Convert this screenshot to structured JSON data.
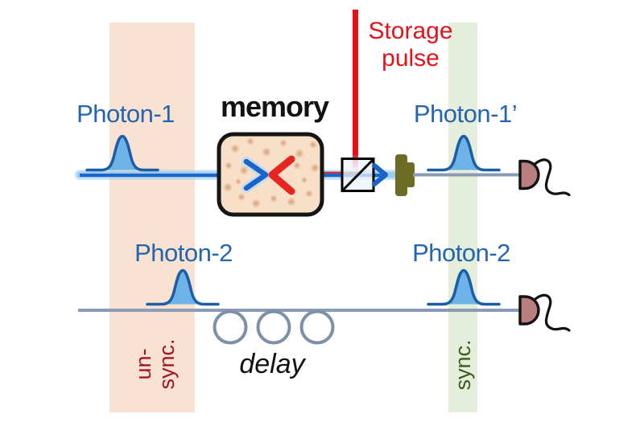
{
  "labels": {
    "photon1": "Photon-1",
    "photon1_prime": "Photon-1’",
    "photon2_top": "Photon-2",
    "photon2_bottom": "Photon-2",
    "memory": "memory",
    "storage_line1": "Storage",
    "storage_line2": "pulse",
    "delay": "delay"
  },
  "bands": {
    "unsync_line1": "un-",
    "unsync_line2": "sync.",
    "sync": "sync."
  },
  "colors": {
    "photon_label_blue": "#2565ae",
    "storage_pulse_red": "#e3131b",
    "unsync_text_red": "#a01622",
    "sync_text_green": "#3f5a1e",
    "unsync_band_peach": "#f9e2d2",
    "sync_band_green": "#e5eedb",
    "pulse_fill_blue": "#6db3e8",
    "pulse_outline_blue": "#1c5ea6",
    "beam_blue": "#1d66c9",
    "fiber_gray": "#8a9cb5",
    "memory_fill": "#f8dfc8",
    "detector_fill": "#b97f7f",
    "coupler_olive": "#6c6c25"
  }
}
